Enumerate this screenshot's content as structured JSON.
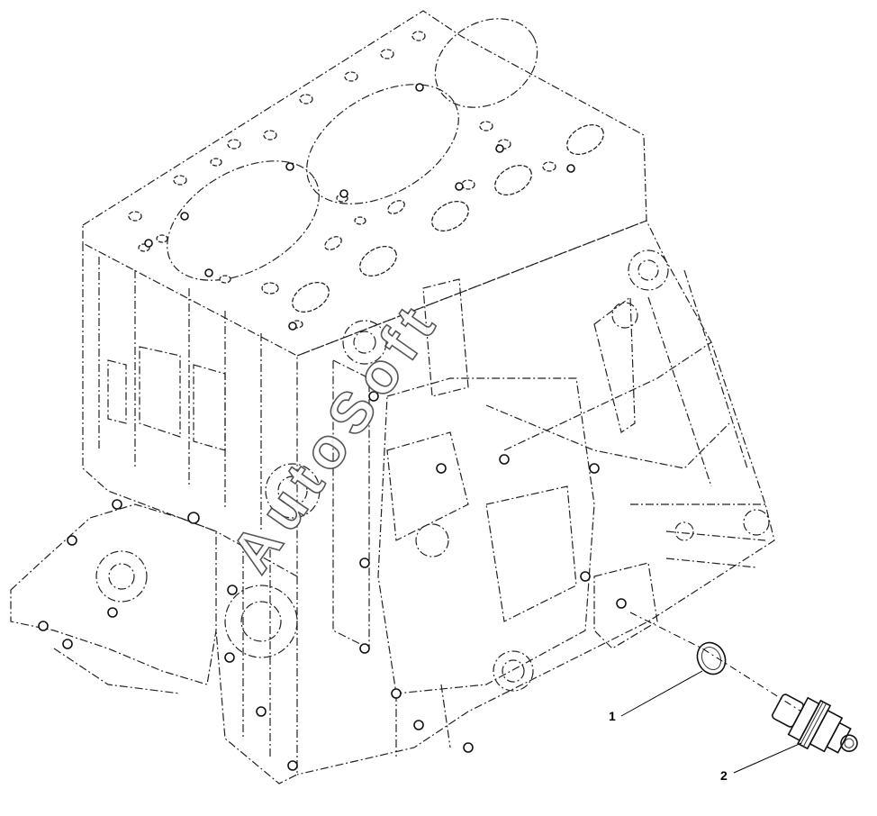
{
  "watermark": {
    "text": "AutoSoft"
  },
  "callouts": [
    {
      "id": "1",
      "label": "1",
      "part": "o-ring"
    },
    {
      "id": "2",
      "label": "2",
      "part": "sensor"
    }
  ],
  "colors": {
    "line": "#222222",
    "background": "#ffffff"
  }
}
